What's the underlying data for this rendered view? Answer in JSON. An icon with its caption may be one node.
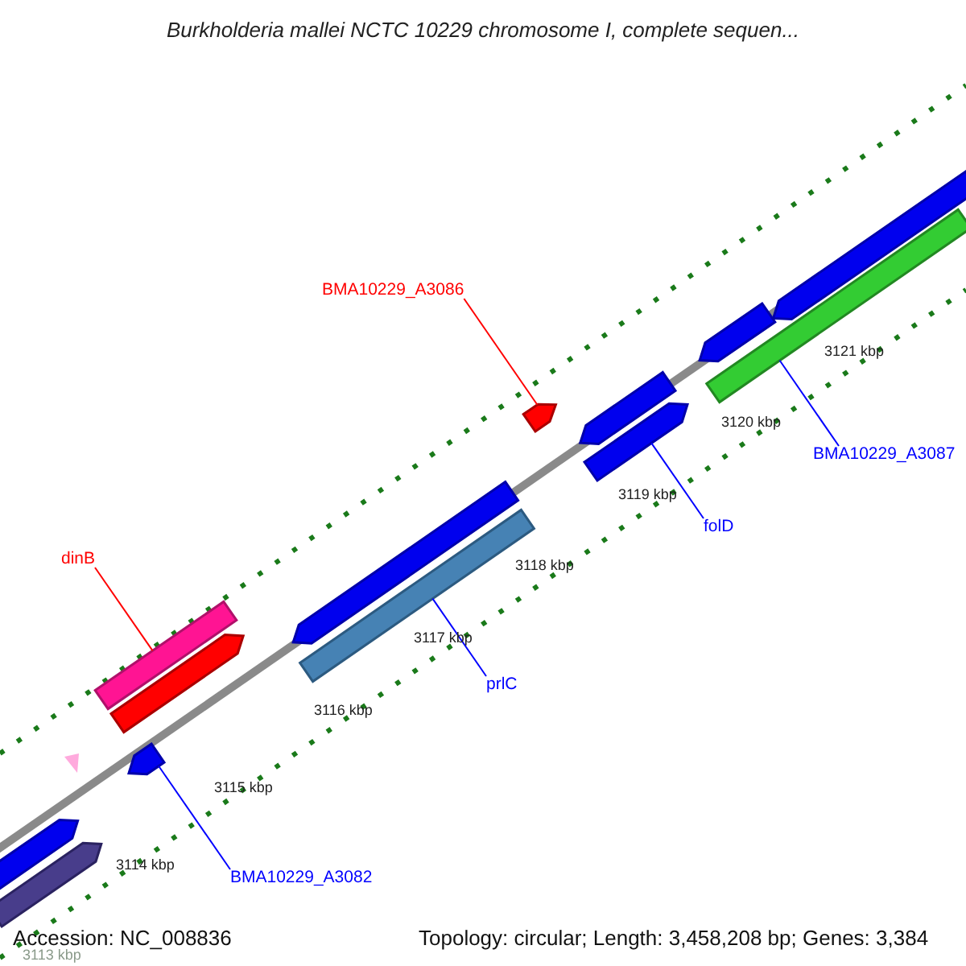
{
  "diagram": {
    "title": "Burkholderia mallei NCTC 10229 chromosome I, complete sequen...",
    "nodes": [
      {
        "text": [
          "BMA10229_A3086"
        ]
      },
      {
        "text": [],
        "shape": "bar"
      },
      {
        "text": [
          "dinB"
        ]
      },
      {
        "text": [],
        "shape": "bar"
      },
      {
        "text": [
          "BMA10229_A3082"
        ]
      },
      {
        "text": [],
        "shape": "bar"
      },
      {
        "text": [
          "prlC"
        ]
      },
      {
        "text": [],
        "shape": "bar"
      },
      {
        "text": [
          "folD"
        ]
      },
      {
        "text": [],
        "shape": "bar"
      },
      {
        "text": [
          "BMA10229_A3087"
        ]
      },
      {
        "text": [],
        "shape": "bar"
      },
      {
        "text": [],
        "shape": "bar"
      },
      {
        "text": [],
        "shape": "bar"
      },
      {
        "text": [],
        "shape": "bar"
      },
      {
        "text": [],
        "shape": "bar"
      },
      {
        "text": [],
        "shape": "bar"
      },
      {
        "text": [],
        "shape": "bar"
      },
      {
        "text": [],
        "shape": "bar"
      },
      {
        "text": [],
        "shape": "triangle"
      }
    ],
    "edges": [
      {
        "from": 0,
        "to": 1,
        "arrow": "none",
        "color": "#ff0000"
      },
      {
        "from": 2,
        "to": 3,
        "arrow": "none",
        "color": "#ff0000"
      },
      {
        "from": 4,
        "to": 5,
        "arrow": "none"
      },
      {
        "from": 6,
        "to": 7,
        "arrow": "none"
      },
      {
        "from": 8,
        "to": 9,
        "arrow": "none"
      },
      {
        "from": 10,
        "to": 11,
        "arrow": "none"
      }
    ],
    "labels": [
      "3121 kbp",
      "3120 kbp",
      "3119 kbp",
      "3118 kbp",
      "3117 kbp",
      "3116 kbp",
      "3115 kbp",
      "3114 kbp",
      "3113 kbp",
      "Accession: NC_008836",
      "Topology: circular; Length: 3,458,208 bp; Genes: 3,384"
    ]
  }
}
